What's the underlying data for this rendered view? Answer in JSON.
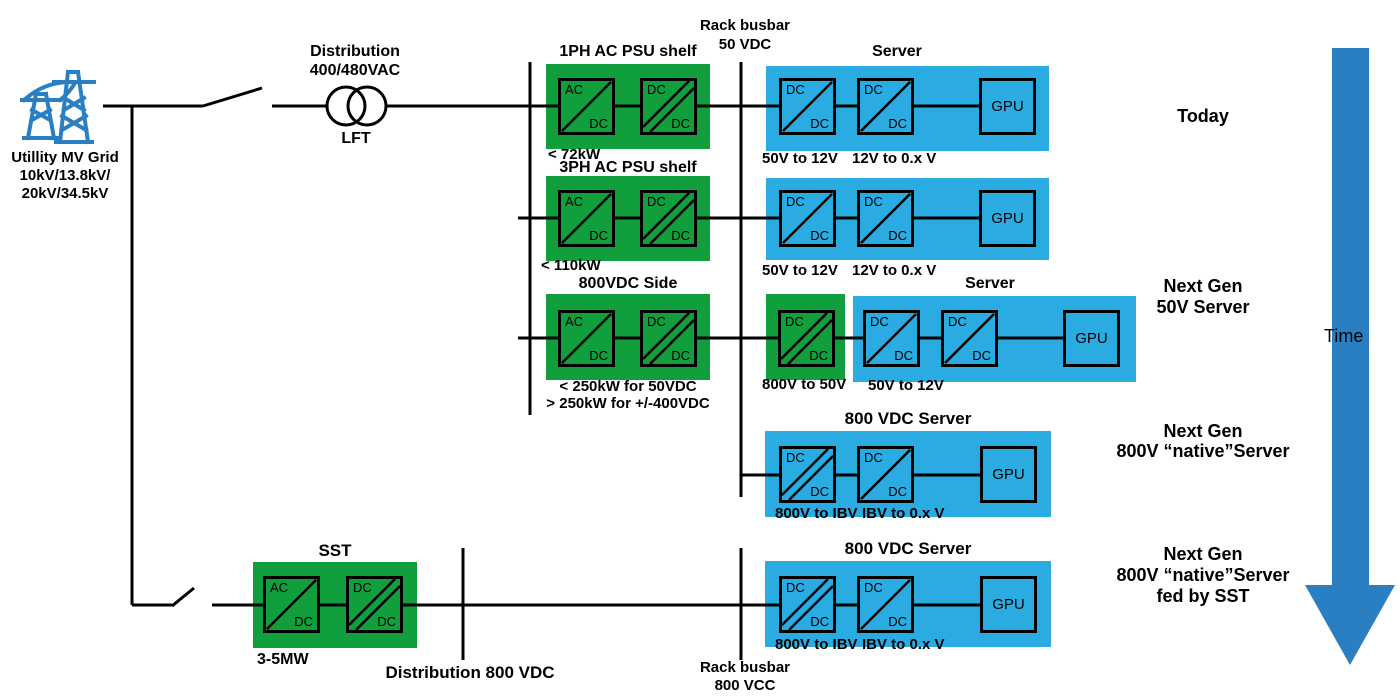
{
  "colors": {
    "green": "#119e3d",
    "blue": "#2aace2",
    "arrow": "#2a7fc2",
    "wire": "#000000"
  },
  "utility": {
    "line1": "Utillity MV Grid",
    "line2": "10kV/13.8kV/",
    "line3": "20kV/34.5kV"
  },
  "distribution_ac": {
    "line1": "Distribution",
    "line2": "400/480VAC",
    "transformer_label": "LFT"
  },
  "psu_shelf_1ph": {
    "title": "1PH AC PSU shelf",
    "rating": "< 72kW"
  },
  "psu_shelf_3ph": {
    "title": "3PH AC PSU shelf",
    "rating": "< 110kW"
  },
  "psu_shelf_800v": {
    "title": "800VDC Side",
    "rating1": "< 250kW for 50VDC",
    "rating2": "> 250kW for +/-400VDC"
  },
  "rack_busbar_50v": {
    "line1": "Rack busbar",
    "line2": "50 VDC"
  },
  "server_today_1": {
    "title": "Server",
    "conv1": "50V to 12V",
    "conv2": "12V to 0.x V"
  },
  "server_today_2": {
    "conv1": "50V to 12V",
    "conv2": "12V to 0.x V"
  },
  "server_50v_nextgen": {
    "title": "Server",
    "rack_conv": "800V to 50V",
    "conv1": "50V to 12V"
  },
  "server_800v": {
    "title": "800 VDC Server",
    "conv1": "800V to IBV",
    "conv2": "IBV to 0.x V"
  },
  "server_800v_sst": {
    "title": "800 VDC Server",
    "conv1": "800V to IBV",
    "conv2": "IBV to 0.x V"
  },
  "sst": {
    "title": "SST",
    "rating": "3-5MW"
  },
  "distribution_dc": {
    "label": "Distribution 800 VDC"
  },
  "rack_busbar_800v": {
    "line1": "Rack busbar",
    "line2": "800 VCC"
  },
  "timeline": {
    "today": "Today",
    "gen50v": {
      "line1": "Next Gen",
      "line2": "50V Server"
    },
    "gen800v": {
      "line1": "Next Gen",
      "line2": "800V “native”Server"
    },
    "gen800v_sst": {
      "line1": "Next Gen",
      "line2": "800V “native”Server",
      "line3": "fed by SST"
    },
    "time": "Time"
  },
  "conv": {
    "ac": "AC",
    "dc": "DC",
    "gpu": "GPU"
  }
}
